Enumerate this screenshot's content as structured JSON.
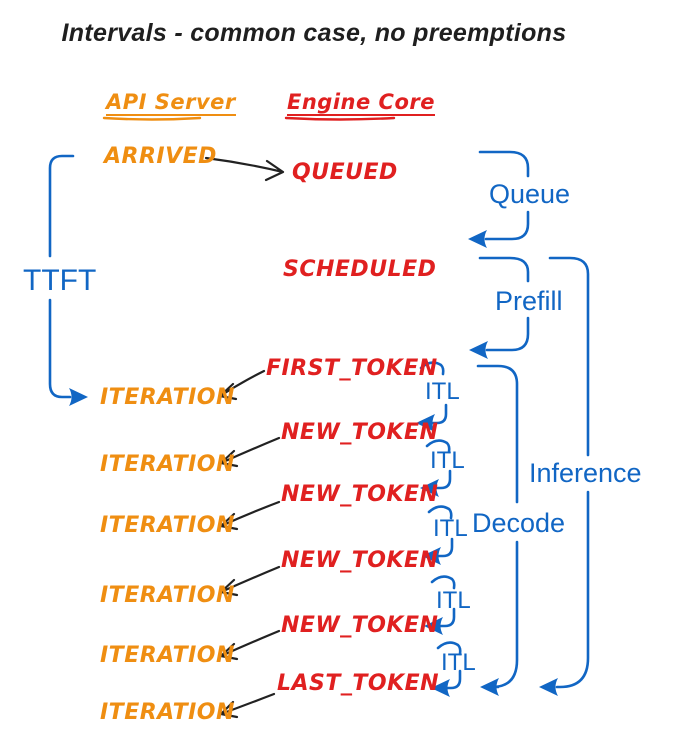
{
  "title": "Intervals - common case, no preemptions",
  "columns": {
    "api_server": "API Server",
    "engine_core": "Engine Core"
  },
  "api_events": {
    "arrived": "ARRIVED",
    "iteration": "ITERATION"
  },
  "engine_events": {
    "queued": "QUEUED",
    "scheduled": "SCHEDULED",
    "first_token": "FIRST_TOKEN",
    "new_token": "NEW_TOKEN",
    "last_token": "LAST_TOKEN"
  },
  "intervals": {
    "ttft": "TTFT",
    "queue": "Queue",
    "prefill": "Prefill",
    "itl": "ITL",
    "decode": "Decode",
    "inference": "Inference"
  },
  "colors": {
    "blue": "#1166c4",
    "orange": "#ef8e12",
    "red": "#e02020",
    "ink": "#222222"
  }
}
